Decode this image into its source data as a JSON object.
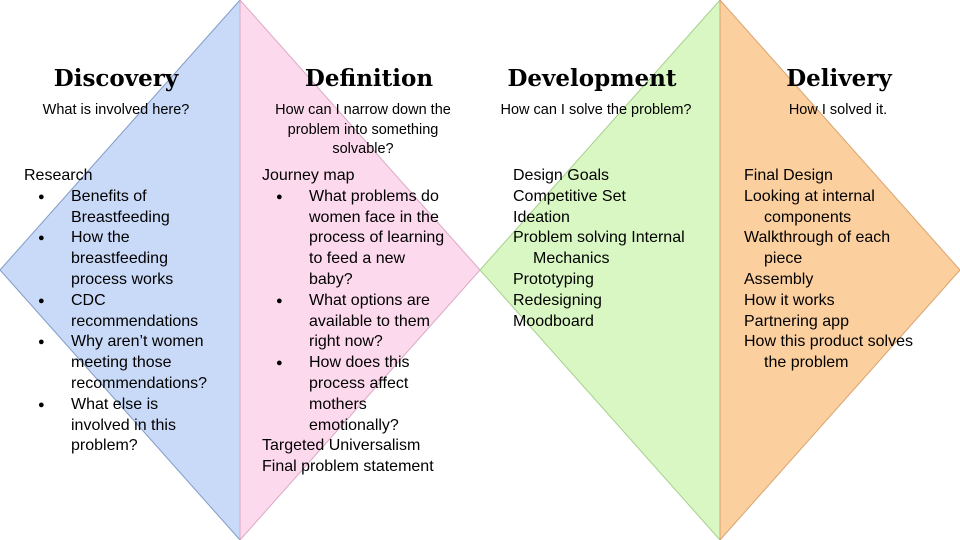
{
  "colors": {
    "discovery": "#c9daf8",
    "definition": "#fdd9ee",
    "development": "#d9f7c3",
    "delivery": "#fccf9e"
  },
  "phases": [
    {
      "title": "Discovery",
      "subtitle": "What is involved here?",
      "heading": "Research",
      "bullets": [
        [
          "Benefits of",
          "Breastfeeding"
        ],
        [
          "How the",
          "breastfeeding",
          "process works"
        ],
        [
          "CDC",
          "recommendations"
        ],
        [
          "Why aren’t women",
          "meeting those",
          "recommendations?"
        ],
        [
          "What else is",
          "involved in this",
          "problem?"
        ]
      ]
    },
    {
      "title": "Definition",
      "subtitle": [
        "How can I narrow down the",
        "problem into something",
        "solvable?"
      ],
      "heading": "Journey map",
      "bullets": [
        [
          "What problems do",
          "women face in the",
          "process of learning",
          "to feed a new",
          "baby?"
        ],
        [
          "What options are",
          "available to them",
          "right now?"
        ],
        [
          "How does this",
          "process affect",
          "mothers",
          "emotionally?"
        ]
      ],
      "after": [
        "Targeted Universalism",
        "Final problem statement"
      ]
    },
    {
      "title": "Development",
      "subtitle": "How can I solve the problem?",
      "items": [
        [
          "Design Goals"
        ],
        [
          "Competitive Set"
        ],
        [
          "Ideation"
        ],
        [
          "Problem solving Internal",
          "Mechanics"
        ],
        [
          "Prototyping"
        ],
        [
          "Redesigning"
        ],
        [
          "Moodboard"
        ]
      ]
    },
    {
      "title": "Delivery",
      "subtitle": "How I solved it.",
      "items": [
        [
          "Final Design"
        ],
        [
          "Looking at internal",
          "components"
        ],
        [
          "Walkthrough of each",
          "piece"
        ],
        [
          "Assembly"
        ],
        [
          "How it works"
        ],
        [
          "Partnering app"
        ],
        [
          "How this product solves",
          "the problem"
        ]
      ]
    }
  ]
}
